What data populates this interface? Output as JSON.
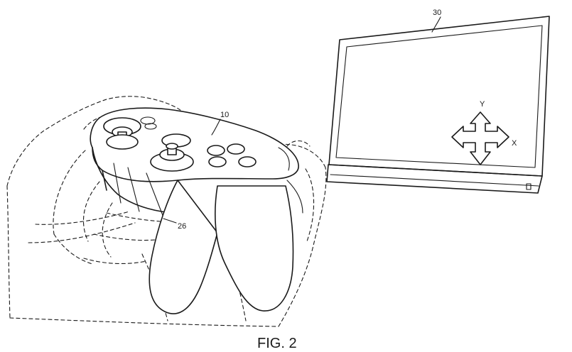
{
  "labels": {
    "display": "30",
    "controller": "10",
    "part": "26",
    "axis_y": "Y",
    "axis_x": "X"
  },
  "caption": "FIG. 2"
}
